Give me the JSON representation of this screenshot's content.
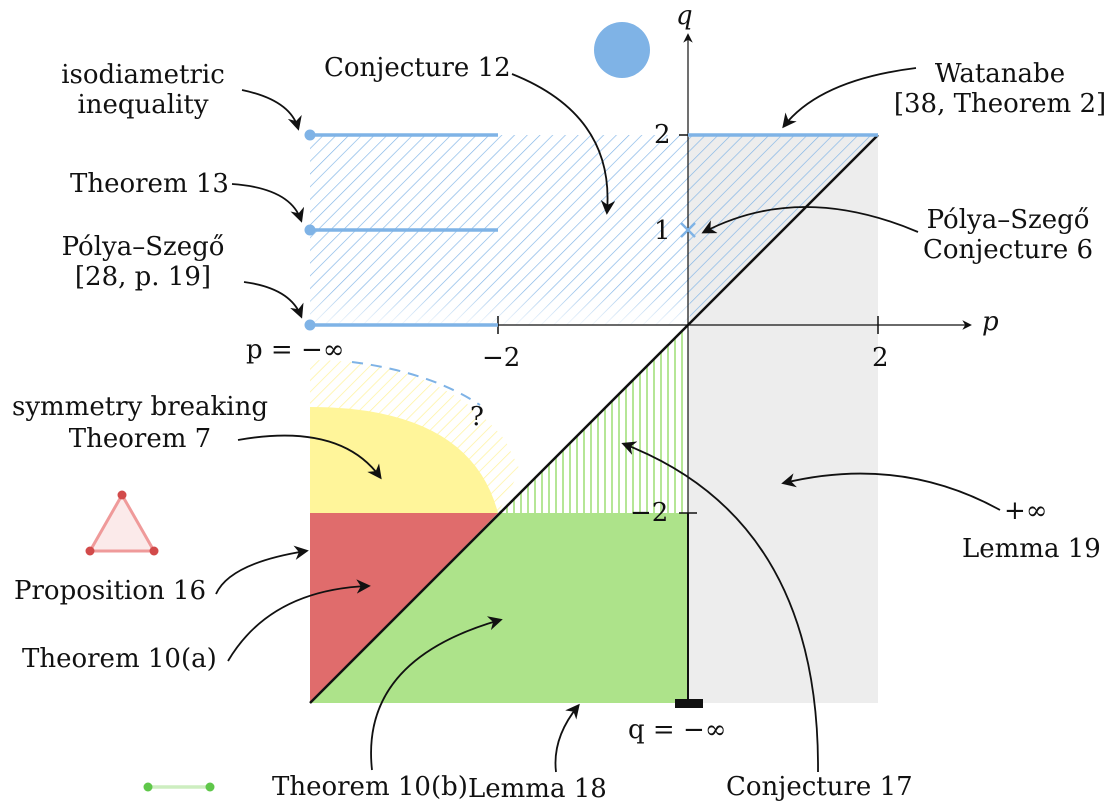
{
  "axes": {
    "x_label": "p",
    "y_label": "q",
    "x_ticks": [
      "−2",
      "2"
    ],
    "y_ticks": [
      "2",
      "1",
      "−2"
    ],
    "p_neg_inf_label": "p = −∞",
    "q_neg_inf_label": "q = −∞"
  },
  "annotations": {
    "isodiametric_1": "isodiametric",
    "isodiametric_2": "inequality",
    "conj12": "Conjecture 12",
    "watanabe_1": "Watanabe",
    "watanabe_2": "[38, Theorem 2]",
    "thm13": "Theorem 13",
    "polya1_1": "Pólya–Szegő",
    "polya1_2": "[28, p. 19]",
    "polya2_1": "Pólya–Szegő",
    "polya2_2": "Conjecture 6",
    "question": "?",
    "sym_1": "symmetry breaking",
    "sym_2": "Theorem 7",
    "plus_inf": "+∞",
    "lemma19": "Lemma 19",
    "prop16": "Proposition 16",
    "thm10a": "Theorem 10(a)",
    "thm10b": "Theorem 10(b)",
    "lemma18": "Lemma 18",
    "conj17": "Conjecture 17"
  },
  "colors": {
    "blue": "#7fb3e6",
    "yellow": "#fff59a",
    "red": "#e06c6c",
    "green": "#ade38a",
    "gray": "#ededed",
    "triangle": "#d24a4a",
    "segment": "#5fc74a"
  }
}
